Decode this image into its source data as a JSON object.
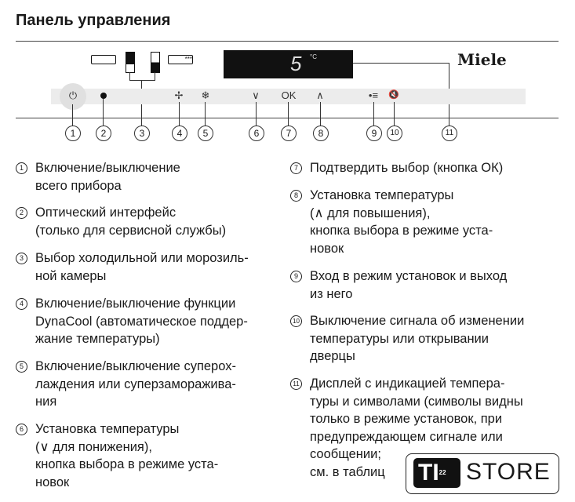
{
  "title": "Панель управления",
  "panel": {
    "display_value": "5",
    "display_unit": "°C",
    "brand": "Miele",
    "icons": {
      "power": "⏻",
      "fan": "✢",
      "snowflake": "❄",
      "down": "∨",
      "ok": "OK",
      "up": "∧",
      "settings": "•≡",
      "mute": "🔇"
    },
    "callouts": [
      "1",
      "2",
      "3",
      "4",
      "5",
      "6",
      "7",
      "8",
      "9",
      "10",
      "11"
    ]
  },
  "items": [
    {
      "n": "1",
      "text": "Включение/выключение\nвсего прибора"
    },
    {
      "n": "2",
      "text": "Оптический интерфейс\n(только для сервисной службы)"
    },
    {
      "n": "3",
      "text": "Выбор холодильной или морозиль-\nной камеры"
    },
    {
      "n": "4",
      "text": "Включение/выключение функции\nDynaCool (автоматическое поддер-\nжание температуры)"
    },
    {
      "n": "5",
      "text": "Включение/выключение суперох-\nлаждения или суперзаморажива-\nния"
    },
    {
      "n": "6",
      "text": "Установка температуры\n(∨ для понижения),\nкнопка выбора в режиме уста-\nновок"
    },
    {
      "n": "7",
      "text": "Подтвердить выбор (кнопка ОК)"
    },
    {
      "n": "8",
      "text": "Установка температуры\n(∧ для повышения),\nкнопка выбора в режиме уста-\nновок"
    },
    {
      "n": "9",
      "text": "Вход в режим установок и выход\nиз него"
    },
    {
      "n": "10",
      "text": "Выключение сигнала об изменении\nтемпературы или открывании\nдверцы"
    },
    {
      "n": "11",
      "text": "Дисплей с индикацией темпера-\nтуры и символами (символы видны\nтолько в режиме установок, при\nпредупреждающем сигнале или\nсообщении; \nсм. в таблиц"
    }
  ],
  "watermark": {
    "ti": "TI",
    "sup": "22",
    "store": "STORE"
  }
}
